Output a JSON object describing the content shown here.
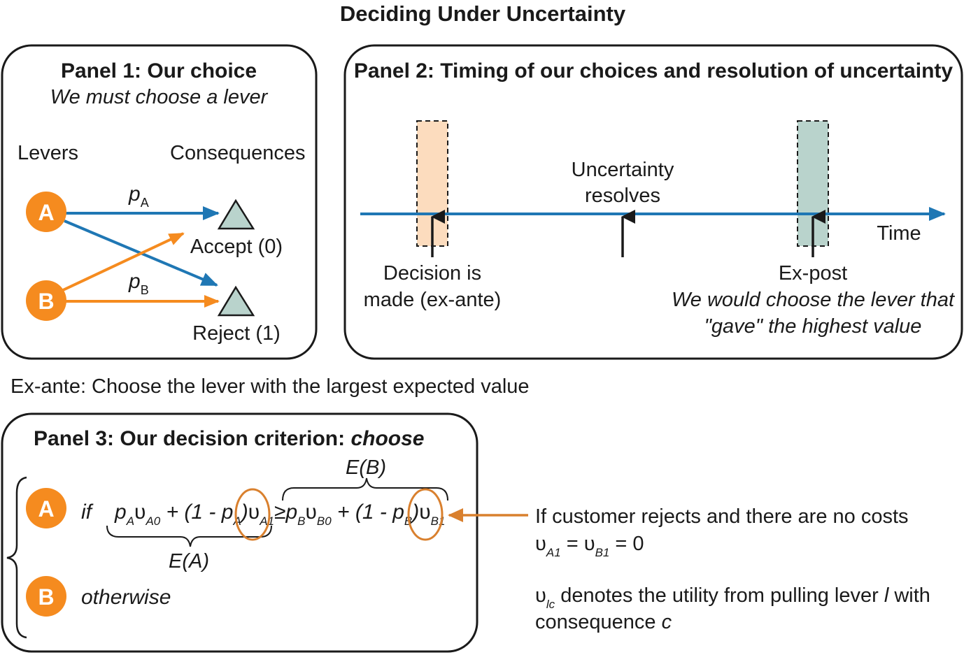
{
  "title": "Deciding Under Uncertainty",
  "panel1": {
    "title": "Panel 1: Our choice",
    "subtitle": "We must choose a lever",
    "levers_label": "Levers",
    "consequences_label": "Consequences",
    "lever_a": "A",
    "lever_b": "B",
    "p_a": "p",
    "p_a_sub": "A",
    "p_b": "p",
    "p_b_sub": "B",
    "accept_label": "Accept (0)",
    "reject_label": "Reject (1)"
  },
  "panel2": {
    "title": "Panel 2: Timing of our choices and resolution of uncertainty",
    "uncertainty_line1": "Uncertainty",
    "uncertainty_line2": "resolves",
    "time_label": "Time",
    "decision_line1": "Decision is",
    "decision_line2": "made (ex-ante)",
    "expost_line1": "Ex-post",
    "expost_line2": "We would choose the lever that",
    "expost_line3": "\"gave\" the highest value"
  },
  "exante_caption": "Ex-ante: Choose the lever with the largest expected value",
  "panel3": {
    "title_main": "Panel 3: Our decision criterion: ",
    "title_italic": "choose",
    "lever_a": "A",
    "lever_b": "B",
    "if_word": "if",
    "otherwise_word": "otherwise",
    "ea_label": "E(A)",
    "eb_label": "E(B)",
    "formula": {
      "p": "p",
      "u": "υ",
      "sub_a": "A",
      "sub_a0": "A0",
      "sub_a1": "A1",
      "sub_b": "B",
      "sub_b0": "B0",
      "sub_b1": "B1",
      "plus_open": " + (1 - ",
      "close": ")",
      "geq": "≥"
    }
  },
  "note": {
    "line1": "If customer rejects and there are no costs",
    "eq_u": "υ",
    "eq_sub1": "A1",
    "eq_mid": " = ",
    "eq_sub2": "B1",
    "eq_end": " = 0",
    "def_u": "υ",
    "def_sub": "lc",
    "def_text": " denotes the utility from pulling lever ",
    "def_l": "l",
    "def_text2": " with",
    "def_line2": "consequence ",
    "def_c": "c"
  },
  "colors": {
    "blue": "#1f77b4",
    "orange": "#f58b1f",
    "teal_fill": "#b9d3cc",
    "peach_fill": "#fcdcbe",
    "circle_orange": "#d9802e"
  }
}
